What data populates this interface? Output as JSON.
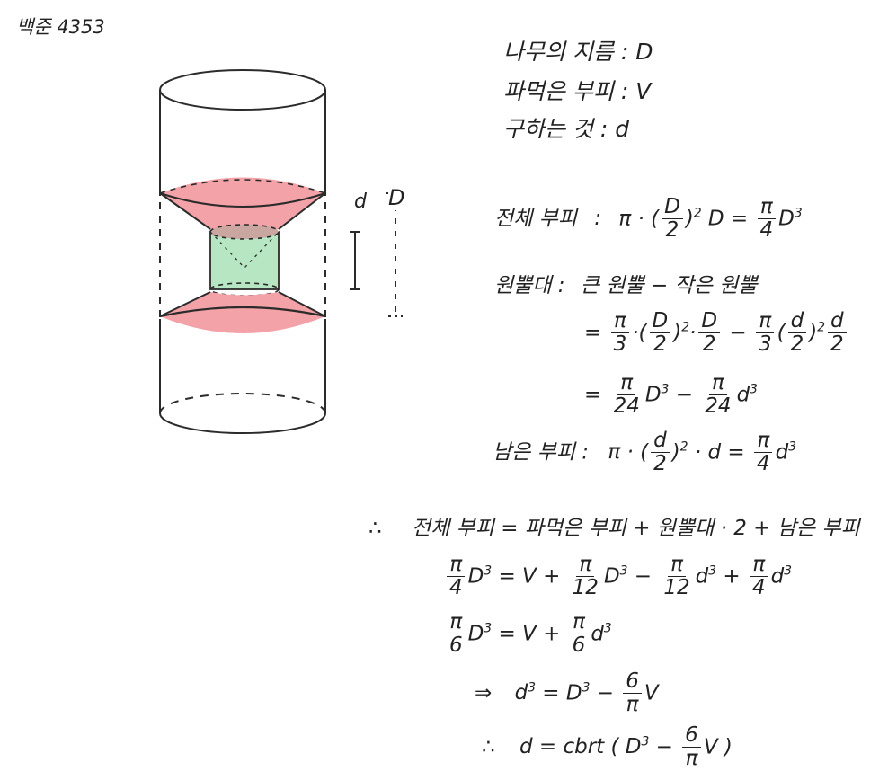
{
  "title": "백준 4353",
  "given": {
    "line1": "나무의 지름 : D",
    "line2": "파먹은 부피 : V",
    "line3": "구하는 것 : d"
  },
  "figure": {
    "label_d": "d",
    "label_D": "D",
    "colors": {
      "cone_red": "#f3a2a8",
      "cylinder_green": "#b7e7c2",
      "stroke": "#2b2b2b"
    }
  },
  "eq": {
    "total_label": "전체 부피",
    "total_colon": ":",
    "total_pi": "π ·",
    "total_num": "D",
    "total_den": "2",
    "total_exp": "2",
    "total_D": "D =",
    "total_res_num": "π",
    "total_res_den": "4",
    "total_res_D": "D",
    "total_res_exp": "3",
    "frustum_label": "원뿔대 :",
    "frustum_desc": "큰 원뿔 − 작은 원뿔",
    "f1_eq": "=",
    "f1_a_num": "π",
    "f1_a_den": "3",
    "f1_b_num": "D",
    "f1_b_den": "2",
    "f1_b_exp": "2",
    "f1_c_num": "D",
    "f1_c_den": "2",
    "f1_minus": "−",
    "f1_d_num": "π",
    "f1_d_den": "3",
    "f1_e_num": "d",
    "f1_e_den": "2",
    "f1_e_exp": "2",
    "f1_f_num": "d",
    "f1_f_den": "2",
    "f2_eq": "=",
    "f2_a_num": "π",
    "f2_a_den": "24",
    "f2_a_D": "D",
    "f2_a_exp": "3",
    "f2_minus": "−",
    "f2_b_num": "π",
    "f2_b_den": "24",
    "f2_b_d": "d",
    "f2_b_exp": "3",
    "remain_label": "남은 부피 :",
    "remain_pi": "π ·",
    "remain_num": "d",
    "remain_den": "2",
    "remain_exp": "2",
    "remain_d": "· d  =",
    "remain_res_num": "π",
    "remain_res_den": "4",
    "remain_res_d": "d",
    "remain_res_exp": "3",
    "therefore": "∴",
    "sum_line": "전체 부피 = 파먹은 부피 + 원뿔대 · 2 + 남은 부피",
    "s1_a_num": "π",
    "s1_a_den": "4",
    "s1_a_D": "D",
    "s1_a_exp": "3",
    "s1_mid": "=  V  +",
    "s1_b_num": "π",
    "s1_b_den": "12",
    "s1_b_D": "D",
    "s1_b_exp": "3",
    "s1_minus": "−",
    "s1_c_num": "π",
    "s1_c_den": "12",
    "s1_c_d": "d",
    "s1_c_exp": "3",
    "s1_plus": "+",
    "s1_d_num": "π",
    "s1_d_den": "4",
    "s1_d_d": "d",
    "s1_d_exp": "3",
    "s2_a_num": "π",
    "s2_a_den": "6",
    "s2_a_D": "D",
    "s2_a_exp": "3",
    "s2_mid": "=  V  +",
    "s2_b_num": "π",
    "s2_b_den": "6",
    "s2_b_d": "d",
    "s2_b_exp": "3",
    "s3_arrow": "⇒",
    "s3_left": "d",
    "s3_left_exp": "3",
    "s3_mid": "=  D",
    "s3_mid_exp": "3",
    "s3_minus": "−",
    "s3_num": "6",
    "s3_den": "π",
    "s3_V": "V",
    "s4_therefore": "∴",
    "s4_text": "d  =  cbrt ( D",
    "s4_exp": "3",
    "s4_minus": "−",
    "s4_num": "6",
    "s4_den": "π",
    "s4_end": "V )"
  }
}
